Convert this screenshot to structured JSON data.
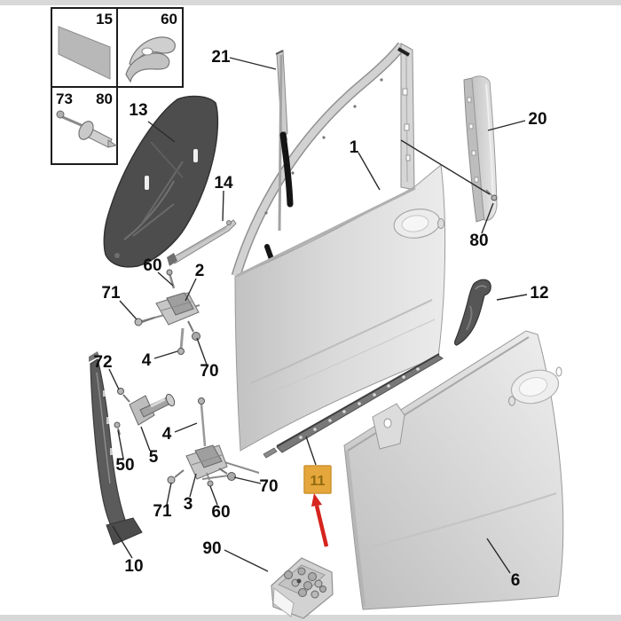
{
  "colors": {
    "background": "#ffffff",
    "edge_band": "#d8d8d8",
    "leader_line": "#2b2b2b",
    "highlight_bg": "#E5A63B",
    "highlight_border": "#CE9330",
    "highlight_text": "#8F6A10",
    "arrow_red": "#D6241E"
  },
  "legend": {
    "cells": [
      {
        "label": "15",
        "item_icon": "adhesive-pad"
      },
      {
        "label": "60",
        "item_icon": "spring-clip"
      },
      {
        "labels": [
          "73",
          "80"
        ],
        "item_icon": "blind-rivet"
      }
    ]
  },
  "callouts": [
    {
      "part": "13",
      "text": "13"
    },
    {
      "part": "21",
      "text": "21"
    },
    {
      "part": "1",
      "text": "1"
    },
    {
      "part": "14",
      "text": "14"
    },
    {
      "part": "20",
      "text": "20"
    },
    {
      "part": "80-right",
      "text": "80"
    },
    {
      "part": "12",
      "text": "12"
    },
    {
      "part": "60-upper",
      "text": "60"
    },
    {
      "part": "2",
      "text": "2"
    },
    {
      "part": "71-upper",
      "text": "71"
    },
    {
      "part": "4-upper",
      "text": "4"
    },
    {
      "part": "70-upper",
      "text": "70"
    },
    {
      "part": "72",
      "text": "72"
    },
    {
      "part": "50",
      "text": "50"
    },
    {
      "part": "5",
      "text": "5"
    },
    {
      "part": "4-lower",
      "text": "4"
    },
    {
      "part": "71-lower",
      "text": "71"
    },
    {
      "part": "3",
      "text": "3"
    },
    {
      "part": "60-lower",
      "text": "60"
    },
    {
      "part": "70-lower",
      "text": "70"
    },
    {
      "part": "10",
      "text": "10"
    },
    {
      "part": "90",
      "text": "90"
    },
    {
      "part": "6",
      "text": "6"
    }
  ],
  "highlight": {
    "text": "11"
  }
}
